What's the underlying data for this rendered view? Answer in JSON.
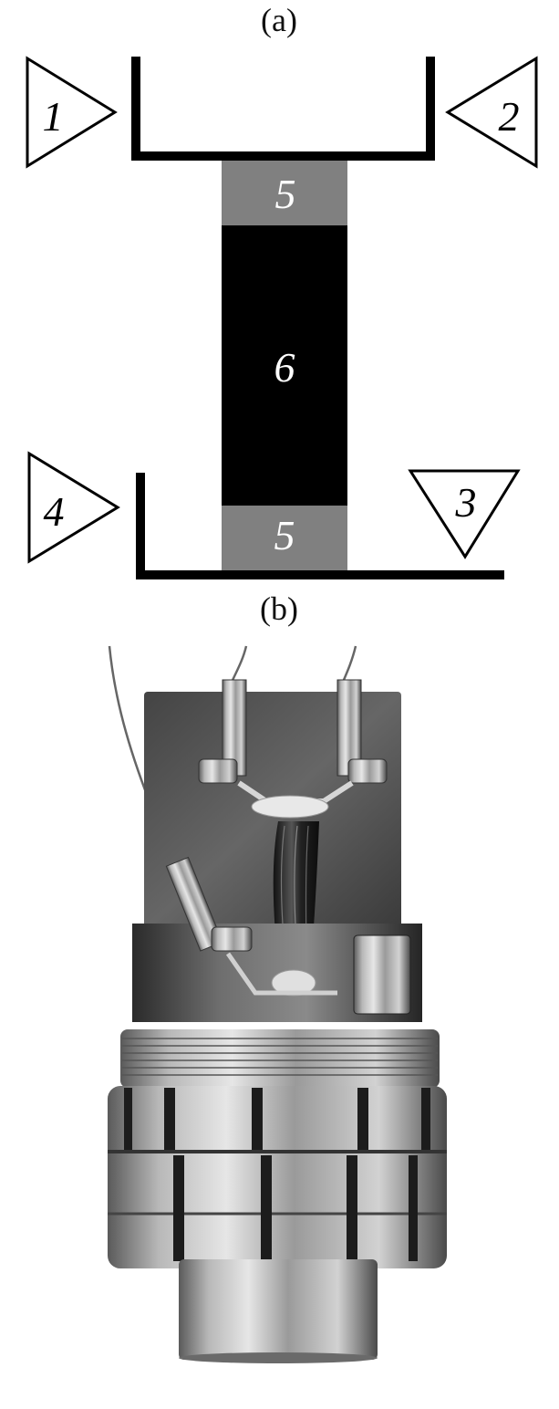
{
  "panels": {
    "a": {
      "label": "(a)",
      "detectors": [
        {
          "label": "1",
          "shape": "triangle",
          "pointing": "right"
        },
        {
          "label": "2",
          "shape": "triangle",
          "pointing": "left"
        },
        {
          "label": "3",
          "shape": "triangle",
          "pointing": "down"
        },
        {
          "label": "4",
          "shape": "triangle",
          "pointing": "right"
        }
      ],
      "segments": [
        {
          "label": "5",
          "color": "#808080"
        },
        {
          "label": "6",
          "color": "#000000"
        },
        {
          "label": "5",
          "color": "#808080"
        }
      ]
    },
    "b": {
      "label": "(b)",
      "image": "grayscale photograph of a fiber-bundle sample mounted between two clamp holders on a threaded cylindrical sample stage"
    }
  }
}
